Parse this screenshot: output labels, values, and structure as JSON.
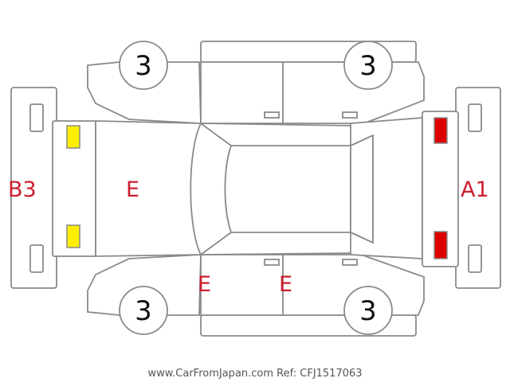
{
  "diagram": {
    "panel_codes": {
      "rear_bumper": "B3",
      "front_bumper": "A1",
      "trunk_lid": "E",
      "rear_door": "E",
      "front_door": "E"
    },
    "tire_ratings": {
      "front_left": "3",
      "rear_left": "3",
      "front_right": "3",
      "rear_right": "3"
    },
    "footer": "www.CarFromJapan.com Ref: CFJ1517063",
    "colors": {
      "outline": "#8a8a8a",
      "code_text": "#cc1e2e",
      "rear_lamp": "#ffee00",
      "front_lamp": "#dd0000"
    }
  }
}
